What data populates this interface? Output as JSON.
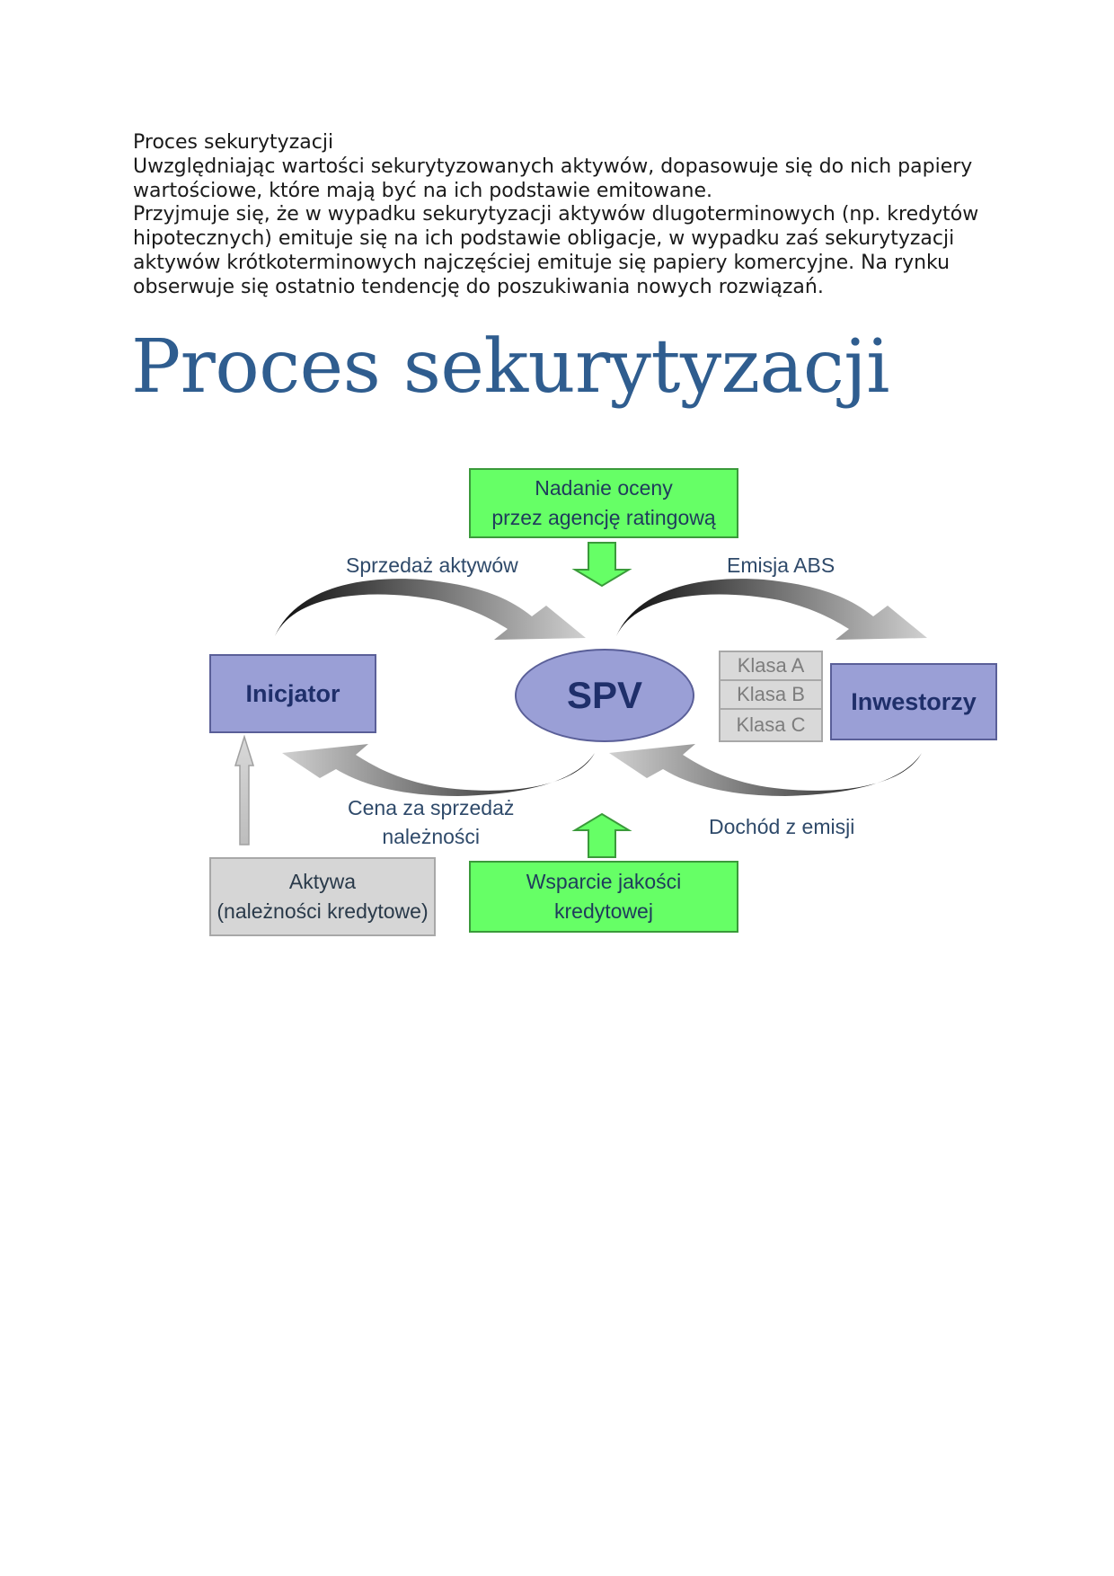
{
  "document": {
    "heading": "Proces sekurytyzacji",
    "paragraph1": "Uwzględniając wartości sekurytyzowanych aktywów, dopasowuje się do nich papiery wartościowe, które mają być na ich podstawie emitowane.",
    "paragraph2": "Przyjmuje się, że w wypadku sekurytyzacji aktywów dlugoterminowych (np. kredytów hipotecznych) emituje się na ich podstawie obligacje, w wypadku zaś sekurytyzacji aktywów krótkoterminowych najczęściej emituje się papiery komercyjne. Na rynku obserwuje się ostatnio tendencję do poszukiwania nowych rozwiązań."
  },
  "figure": {
    "title": "Proces sekurytyzacji",
    "nodes": {
      "rating": "Nadanie oceny\nprzez agencję ratingową",
      "originator": "Inicjator",
      "spv": "SPV",
      "investors": "Inwestorzy",
      "class_a": "Klasa A",
      "class_b": "Klasa B",
      "class_c": "Klasa C",
      "assets": "Aktywa\n(należności kredytowe)",
      "credit_support": "Wsparcie jakości\nkredytowej"
    },
    "labels": {
      "sale_of_assets": "Sprzedaż aktywów",
      "abs_issue": "Emisja ABS",
      "price_for_receivables": "Cena za sprzedaż\nnależności",
      "issue_proceeds": "Dochód z emisji"
    },
    "colors": {
      "green": "#66ff66",
      "purple": "#9a9fd6",
      "gray": "#d6d6d6",
      "title_blue": "#2f5d8f"
    }
  }
}
